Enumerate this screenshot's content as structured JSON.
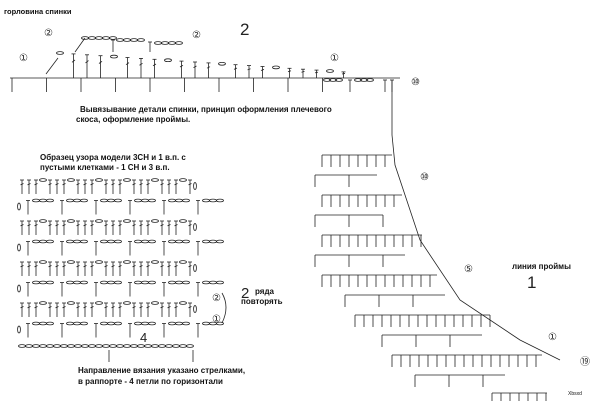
{
  "labels": {
    "neckline": "горловина спинки",
    "back_caption_line1": "Вывязывание детали спинки, принцип оформления плечевого",
    "back_caption_line2": "скоса,  оформление проймы.",
    "pattern_title_line1": "Образец узора модели  3СН и 1 в.п.  с",
    "pattern_title_line2": "пустыми клетками - 1 СН и 3 в.п.",
    "repeat_number": "2",
    "repeat_line1": "ряда",
    "repeat_line2": "повторять",
    "direction_line1": "Направление вязания указано стрелками,",
    "direction_line2": "в раппорте - 4 петли по горизонтали",
    "armhole_line": "линия проймы",
    "diagram1_number": "1",
    "diagram2_number": "2",
    "repeat_width": "4",
    "watermark": "Xbsxd"
  },
  "row_markers": {
    "top_row1_left": "①",
    "top_row2_left": "②",
    "top_row2_right": "②",
    "top_row1_right": "①",
    "top_row10": "⑩",
    "pattern_row2": "②",
    "pattern_row1": "①",
    "armhole_row10": "⑩",
    "armhole_row5": "⑤",
    "armhole_row1": "①",
    "armhole_row19": "⑲"
  }
}
